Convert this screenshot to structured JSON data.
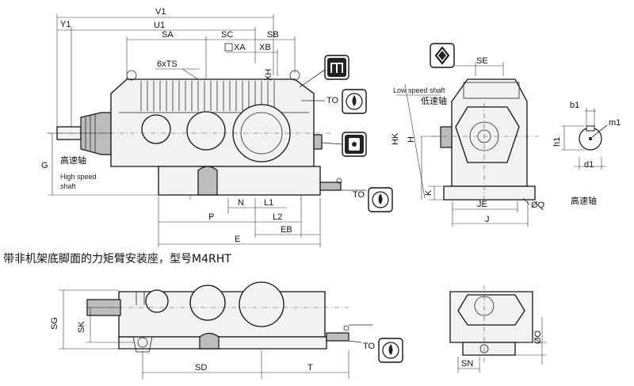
{
  "dims": {
    "v1": "V1",
    "y1": "Y1",
    "u1": "U1",
    "sa": "SA",
    "sc": "SC",
    "sb": "SB",
    "xa": "XA",
    "xb": "XB",
    "ts": "6xTS",
    "xh": "XH",
    "to": "TO",
    "g": "G",
    "n": "N",
    "p": "P",
    "l1": "L1",
    "l2": "L2",
    "eb": "EB",
    "e": "E",
    "se": "SE",
    "hk": "HK",
    "h": "H",
    "k": "K",
    "je": "JE",
    "j": "J",
    "q": "ØQ",
    "b1": "b1",
    "m1": "m1",
    "h1": "h1",
    "d1": "d1",
    "sg": "SG",
    "sk": "SK",
    "sd": "SD",
    "t": "T",
    "sn": "SN",
    "o": "ØO"
  },
  "labels": {
    "high_speed_zh": "高速轴",
    "high_speed_en_1": "High speed",
    "high_speed_en_2": "shaft",
    "low_speed_en": "Low speed shaft",
    "low_speed_zh": "低速轴",
    "shaft_detail_zh": "高速轴",
    "caption": "带非机架底脚面的力矩臂安装座，型号M4RHT"
  }
}
